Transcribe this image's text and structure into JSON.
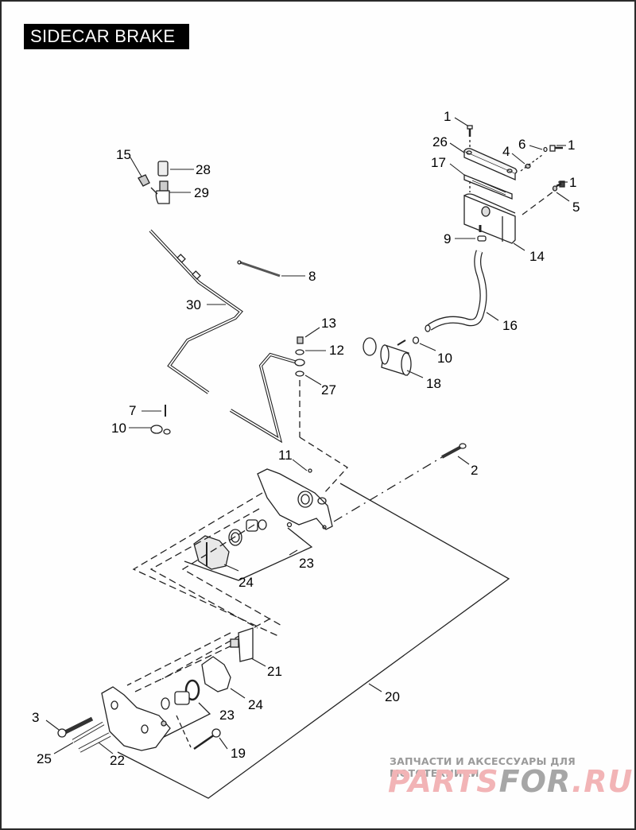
{
  "title": "SIDECAR BRAKE",
  "callouts": [
    {
      "id": "c1a",
      "label": "1"
    },
    {
      "id": "c1b",
      "label": "1"
    },
    {
      "id": "c1c",
      "label": "1"
    },
    {
      "id": "c2",
      "label": "2"
    },
    {
      "id": "c3",
      "label": "3"
    },
    {
      "id": "c4",
      "label": "4"
    },
    {
      "id": "c5",
      "label": "5"
    },
    {
      "id": "c6",
      "label": "6"
    },
    {
      "id": "c7",
      "label": "7"
    },
    {
      "id": "c8",
      "label": "8"
    },
    {
      "id": "c9",
      "label": "9"
    },
    {
      "id": "c10a",
      "label": "10"
    },
    {
      "id": "c10b",
      "label": "10"
    },
    {
      "id": "c11",
      "label": "11"
    },
    {
      "id": "c12",
      "label": "12"
    },
    {
      "id": "c13",
      "label": "13"
    },
    {
      "id": "c14",
      "label": "14"
    },
    {
      "id": "c15",
      "label": "15"
    },
    {
      "id": "c16",
      "label": "16"
    },
    {
      "id": "c17",
      "label": "17"
    },
    {
      "id": "c18",
      "label": "18"
    },
    {
      "id": "c19",
      "label": "19"
    },
    {
      "id": "c20",
      "label": "20"
    },
    {
      "id": "c21",
      "label": "21"
    },
    {
      "id": "c22",
      "label": "22"
    },
    {
      "id": "c23a",
      "label": "23"
    },
    {
      "id": "c23b",
      "label": "23"
    },
    {
      "id": "c24a",
      "label": "24"
    },
    {
      "id": "c24b",
      "label": "24"
    },
    {
      "id": "c25",
      "label": "25"
    },
    {
      "id": "c26",
      "label": "26"
    },
    {
      "id": "c27",
      "label": "27"
    },
    {
      "id": "c28",
      "label": "28"
    },
    {
      "id": "c29",
      "label": "29"
    },
    {
      "id": "c30",
      "label": "30"
    }
  ],
  "watermark": {
    "subtitle": "ЗАПЧАСТИ И АКСЕССУАРЫ ДЛЯ МОТОТЕХНИКИ",
    "logo_part1": "PARTS",
    "logo_part2": "FOR",
    "logo_part3": ".RU",
    "pink": "#f2b4b6",
    "grey": "#a6a6a6"
  }
}
